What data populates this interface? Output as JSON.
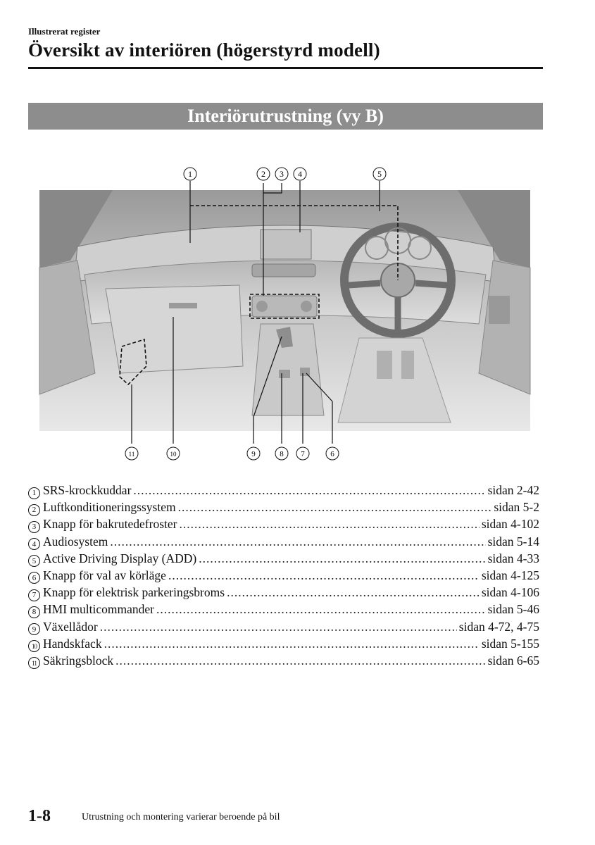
{
  "header": {
    "breadcrumb": "Illustrerat register",
    "title": "Översikt av interiören (högerstyrd modell)"
  },
  "section": {
    "banner": "Interiörutrustning (vy B)"
  },
  "illustration": {
    "top_callouts": [
      "1",
      "2",
      "3",
      "4",
      "5"
    ],
    "bottom_callouts": [
      "11",
      "10",
      "9",
      "8",
      "7",
      "6"
    ]
  },
  "legend": [
    {
      "num": "1",
      "label": "SRS-krockkuddar",
      "page": "sidan 2-42"
    },
    {
      "num": "2",
      "label": "Luftkonditioneringssystem",
      "page": "sidan 5-2"
    },
    {
      "num": "3",
      "label": "Knapp för bakrutedefroster",
      "page": "sidan 4-102"
    },
    {
      "num": "4",
      "label": "Audiosystem",
      "page": "sidan 5-14"
    },
    {
      "num": "5",
      "label": "Active Driving Display (ADD)",
      "page": "sidan 4-33"
    },
    {
      "num": "6",
      "label": "Knapp för val av körläge",
      "page": "sidan 4-125"
    },
    {
      "num": "7",
      "label": "Knapp för elektrisk parkeringsbroms",
      "page": "sidan 4-106"
    },
    {
      "num": "8",
      "label": "HMI multicommander",
      "page": "sidan 5-46"
    },
    {
      "num": "9",
      "label": "Växellådor",
      "page": "sidan 4-72, 4-75"
    },
    {
      "num": "10",
      "label": "Handskfack",
      "page": "sidan 5-155"
    },
    {
      "num": "11",
      "label": "Säkringsblock",
      "page": "sidan 6-65"
    }
  ],
  "footer": {
    "page_number": "1-8",
    "note": "Utrustning och montering varierar beroende på bil"
  }
}
